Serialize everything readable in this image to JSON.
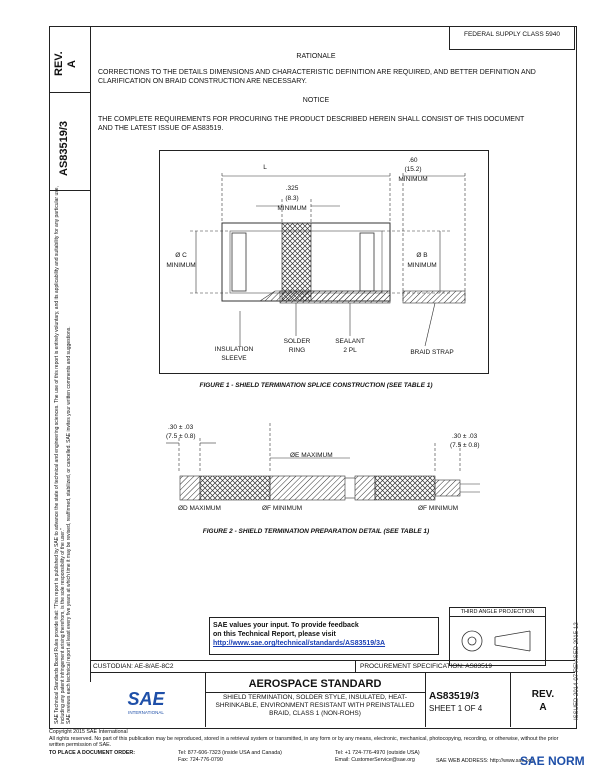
{
  "top_right_box": "FEDERAL SUPPLY CLASS 5940",
  "left_strip": {
    "rev_label": "REV.",
    "rev_value": "A",
    "doc_number": "AS83519/3",
    "disclaimer_1": "SAE Technical Standards Board Rules provide that: \"This report is published by SAE to advance the state of technical and engineering sciences. The use of this report is entirely voluntary, and its applicability and suitability for any particular use, including any patent infringement arising therefrom, is the sole responsibility of the user.\"",
    "disclaimer_2": "SAE reviews each technical report at least every five years at which time it may be revised, reaffirmed, stabilized, or cancelled. SAE invites your written comments and suggestions."
  },
  "right_strip": "ISSUED 2014-07   REVISED 2015-12",
  "rationale": {
    "heading": "RATIONALE",
    "text": "CORRECTIONS TO THE DETAILS DIMENSIONS AND CHARACTERISTIC DEFINITION ARE REQUIRED, AND BETTER DEFINITION AND CLARIFICATION ON BRAID CONSTRUCTION ARE NECESSARY."
  },
  "notice": {
    "heading": "NOTICE",
    "text": "THE COMPLETE REQUIREMENTS FOR PROCURING THE PRODUCT DESCRIBED HEREIN SHALL CONSIST OF THIS DOCUMENT AND THE LATEST ISSUE OF AS83519."
  },
  "figure1": {
    "dim_L": "L",
    "dim_60": ".60",
    "dim_152": "(15.2)",
    "dim_min_a": "MINIMUM",
    "dim_325": ".325",
    "dim_83": "(8.3)",
    "dim_min_b": "MINIMUM",
    "label_oc": "Ø C",
    "label_oc_min": "MINIMUM",
    "label_ob": "Ø B",
    "label_ob_min": "MINIMUM",
    "label_insulation": "INSULATION",
    "label_sleeve": "SLEEVE",
    "label_solder": "SOLDER",
    "label_ring": "RING",
    "label_sealant": "SEALANT",
    "label_2pl": "2 PL",
    "label_braid": "BRAID STRAP",
    "caption": "FIGURE 1 - SHIELD TERMINATION SPLICE CONSTRUCTION (SEE TABLE 1)"
  },
  "figure2": {
    "dim_left_1": ".30 ±  .03",
    "dim_left_2": "(7.5 ± 0.8)",
    "dim_right_1": ".30 ±  .03",
    "dim_right_2": "(7.5 ± 0.8)",
    "label_oe": "ØE MAXIMUM",
    "label_od": "ØD MAXIMUM",
    "label_of1": "ØF MINIMUM",
    "label_of2": "ØF MINIMUM",
    "caption": "FIGURE 2 - SHIELD TERMINATION PREPARATION DETAIL (SEE TABLE 1)"
  },
  "feedback": {
    "line1": "SAE values your input. To provide feedback",
    "line2": "on this Technical Report, please visit",
    "link": "http://www.sae.org/technical/standards/AS83519/3A"
  },
  "third_angle": "THIRD ANGLE PROJECTION",
  "title_block": {
    "custodian": "CUSTODIAN: AE-8/AE-8C2",
    "procurement": "PROCUREMENT SPECIFICATION: AS83519",
    "logo_text": "SAE",
    "logo_sub": "INTERNATIONAL",
    "std_heading": "AEROSPACE STANDARD",
    "std_title": "SHIELD TERMINATION, SOLDER STYLE, INSULATED, HEAT-SHRINKABLE, ENVIRONMENT RESISTANT WITH PREINSTALLED BRAID, CLASS 1 (NON-ROHS)",
    "doc_number": "AS83519/3",
    "sheet": "SHEET 1 OF 4",
    "rev_label": "REV.",
    "rev_value": "A"
  },
  "footer": {
    "copyright": "Copyright 2015 SAE International",
    "rights": "All rights reserved. No part of this publication may be reproduced, stored in a retrieval system or transmitted, in any form or by any means, electronic, mechanical, photocopying, recording, or otherwise, without the prior written permission of SAE.",
    "order_label": "TO PLACE A DOCUMENT ORDER:",
    "tel": "Tel:   877-606-7323 (inside USA and Canada)",
    "tel2": "Tel:   +1 724-776-4970 (outside USA)",
    "fax": "Fax:   724-776-0790",
    "email": "Email: CustomerService@sae.org",
    "web": "SAE WEB ADDRESS: http://www.sae.org"
  },
  "watermark": "SAE NORM"
}
